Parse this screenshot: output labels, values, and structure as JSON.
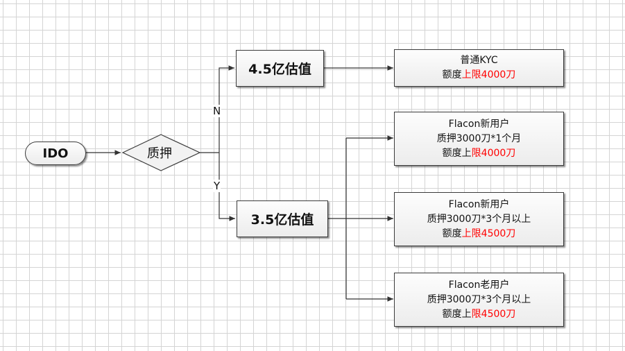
{
  "start": {
    "label": "IDO"
  },
  "decision": {
    "label": "质押"
  },
  "branches": {
    "no": "N",
    "yes": "Y"
  },
  "valuations": {
    "no_branch": "4.5亿估值",
    "yes_branch": "3.5亿估值"
  },
  "results": [
    {
      "title": "普通KYC",
      "lines": [],
      "limit_prefix": "额度",
      "limit_red": "上限4000刀"
    },
    {
      "title": "Flacon新用户",
      "lines": [
        "质押3000刀*1个月"
      ],
      "limit_prefix": "额度上",
      "limit_red": "限4000刀"
    },
    {
      "title": "Flacon新用户",
      "lines": [
        "质押3000刀*3个月以上"
      ],
      "limit_prefix": "额度",
      "limit_red": "上限4500刀"
    },
    {
      "title": "Flacon老用户",
      "lines": [
        "质押3000刀*3个月以上"
      ],
      "limit_prefix": "额度上",
      "limit_red": "限4500刀"
    }
  ]
}
